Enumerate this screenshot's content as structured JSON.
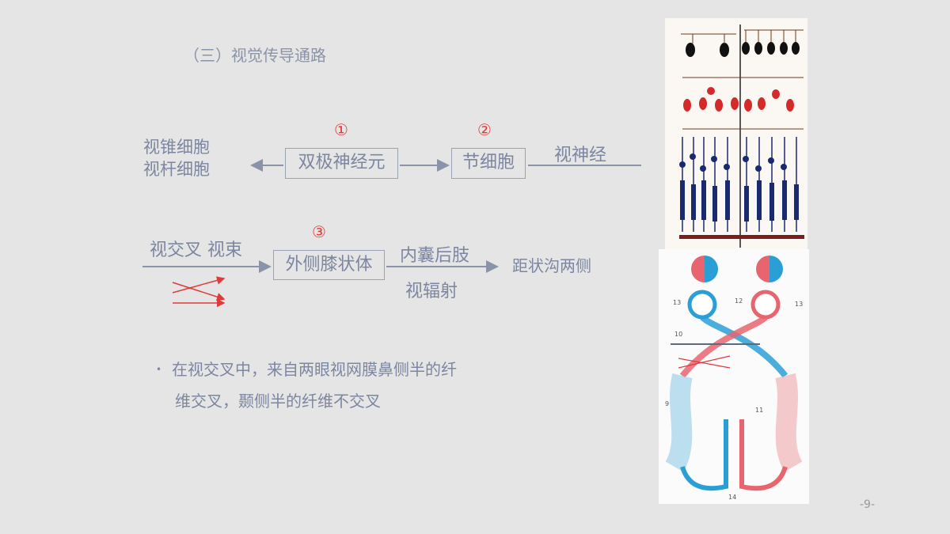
{
  "slide": {
    "title": "（三）视觉传导通路",
    "page_number": "-9-"
  },
  "pathway": {
    "row1": {
      "left_line1": "视锥细胞",
      "left_line2": "视杆细胞",
      "box1": "双极神经元",
      "box2": "节细胞",
      "right_label": "视神经",
      "num1": "①",
      "num2": "②"
    },
    "row2": {
      "left_label": "视交叉  视束",
      "box": "外侧膝状体",
      "num3": "③",
      "upper_label": "内囊后肢",
      "lower_label": "视辐射",
      "right_label": "距状沟两侧"
    }
  },
  "note": {
    "line1": "在视交叉中，来自两眼视网膜鼻侧半的纤",
    "line2": "维交叉，颞侧半的纤维不交叉"
  },
  "figure_labels": {
    "n13a": "13",
    "n12": "12",
    "n13b": "13",
    "n10": "10",
    "n9": "9",
    "n11": "11",
    "n14": "14"
  },
  "colors": {
    "text": "#7c86a0",
    "accent_red": "#e03a3a",
    "nerve_blue": "#2a9fd6",
    "nerve_red": "#e8646e",
    "retina_navy": "#1a2a6e"
  }
}
